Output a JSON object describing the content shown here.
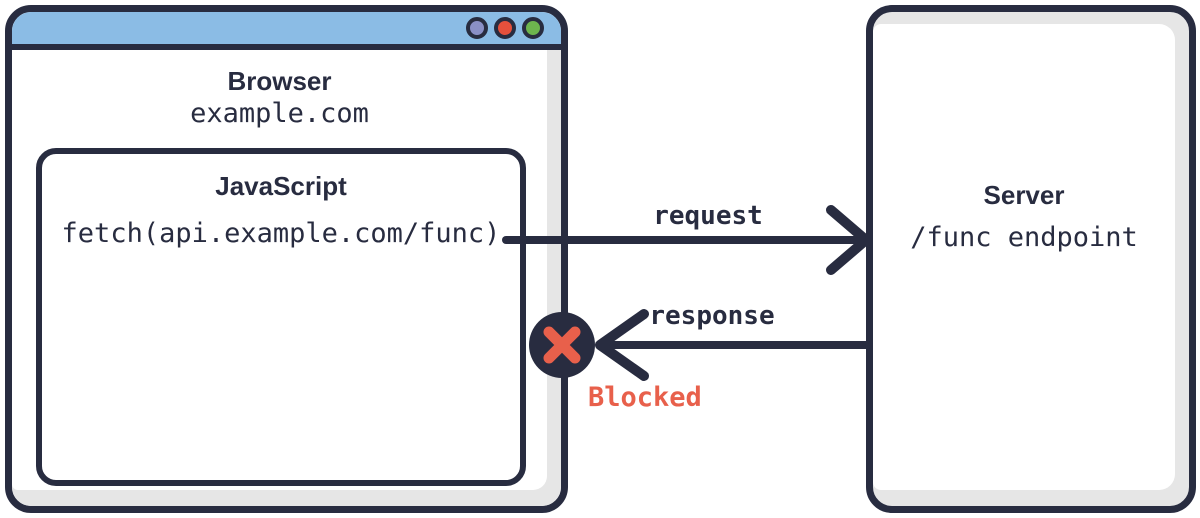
{
  "diagram": {
    "browser": {
      "title": "Browser",
      "url": "example.com",
      "window_controls": [
        "purple",
        "red",
        "green"
      ],
      "js_box": {
        "title": "JavaScript",
        "code": "fetch(api.example.com/func)"
      }
    },
    "server": {
      "title": "Server",
      "subtitle": "/func endpoint"
    },
    "flow": {
      "request_label": "request",
      "response_label": "response",
      "blocked_label": "Blocked"
    }
  },
  "colors": {
    "navy": "#282c40",
    "titlebar-blue": "#8bbce5",
    "panel-gray": "#e6e6e6",
    "alert-red": "#e8604b",
    "dot-purple": "#8a8fc6",
    "dot-red": "#e5503c",
    "dot-green": "#6db54e"
  }
}
